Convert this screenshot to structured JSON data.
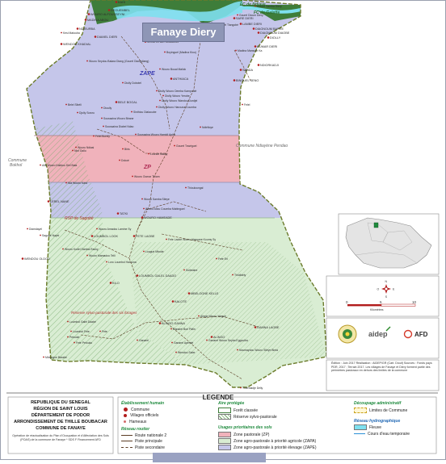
{
  "title": "Fanaye Diery",
  "top_labels": {
    "fc_ndiaye": "FC de Ndiaye",
    "fc_galette": "FC de Galette",
    "zape": "ZAPE",
    "zp": "ZP",
    "rsp_sagobe": "RSP de Sagobé",
    "reserve_sylvo": "Réserve sylvo-pastorale des six forages",
    "commune_bokhol": "Commune Bokhol",
    "commune_ndiayene": "Commune Ndiayène Pendao"
  },
  "villages": [
    "KAHI",
    "Gourel Samba Diery",
    "DEGUEMBEL",
    "SARE DIERI",
    "WOURO ALFOUSSEYNI",
    "LAMBE DIERI",
    "Gourel Dioum Diery",
    "MADINA ABOU",
    "Gourel Tiangobè",
    "Gourel Kane",
    "DIAGNOUM DIAOBE",
    "NDIEURBA",
    "Kesi Matouba",
    "DIAMEL DIERI",
    "DIOLLY",
    "WENDOU KHADIAL",
    "OUMAR DIERI",
    "DIAGNOUM BARRE",
    "Madina Mansour Ka",
    "WOURO ALI CAMARA",
    "Boyinguel (Madina Kiou)",
    "NDIORKADJI",
    "SANDA",
    "Wouro Seydou Balara Diang (Gourel Diangdiang)",
    "Wouro Boual Malick",
    "ANTHIACA",
    "BINGUEL SENO",
    "Diolly Dobotel",
    "Diolly Wouro Demba Kampoulé",
    "Diolly Wouro Yerobe",
    "Diolly Wouro Wandou Durdjel",
    "BELE BOGAL",
    "Belel Sibéli",
    "Diolly Wouro Harouna Coumba",
    "Dioully",
    "Felel",
    "Djolly Sowru",
    "Sinthiou Dialaoube",
    "Soussaina Wouro Birane",
    "Soussaina Diabel Ndao",
    "Ndiélloye",
    "Soussaina Wouro Hamidi Apha",
    "Felel Borely",
    "Gourel Towéguel",
    "Wouro Ndiasi",
    "Nini Gallo",
    "Biris",
    "Lounde Bakky",
    "Dokoé",
    "Alla Wouro Kalidou Diel Bala",
    "Wouro Oumar Thiam",
    "Nia Wouro Kara",
    "Thiouloungal",
    "LEREL NANE",
    "Wouro Samba Sileye",
    "Wouro Allou Coumba Mabinguel",
    "TATKI",
    "WOURO HAMEADE",
    "Diamdayel",
    "Wouro Amadou Lamine Sy",
    "Sagobé Nayel",
    "LOUMBOL LOOK",
    "FETE LAOBE",
    "Fete Laobe Wouro Alassane Koumy Sy",
    "Wouro Kodel Samba Racky",
    "Louguè Mbode",
    "WENDOU OLDOU",
    "Wouro Mamadou Telli",
    "Fete Eri",
    "Loro Loumbol Harouna",
    "Soibeabe",
    "LOUMBOL GALEL DAADO",
    "Thiolldely",
    "KILO",
    "MBELOGNE KELLE",
    "KALOTE",
    "Alinge Wouro Yarguè",
    "Loumbol Galel Daabé",
    "ALINGO GANNA",
    "Ganarel Bori Pâtin",
    "GAMNA LAOBE",
    "Loumbol Fete",
    "Fete",
    "ALINGO",
    "Ganarel Wouro Seyba Eggoulba",
    "Petoukè",
    "Ganarel",
    "Ganarel Apenkè",
    "Noumaydou Wouro Sileye Binta",
    "Fete Petouko",
    "Wendou Sabe",
    "Mbélogne Barabé",
    "Thiernaldjé Délly"
  ],
  "inset": {
    "compass_letters": [
      "N",
      "S",
      "E",
      "O"
    ],
    "scale_ticks": [
      "0",
      "5",
      "10"
    ],
    "scale_unit": "Kilomètres"
  },
  "logos": {
    "aidep": "aidep",
    "afd": "AFD"
  },
  "credits": "Édition : Juin 2017 Réalisation : AIDEP/GR (Cart. Diouf) Sources : Fonds pays PDR, 2017 ; Terrain 2017. Les villages de Fanaye et Diery forment partie des périmètres pastoraux en dehors des limites de la commune",
  "legend": {
    "title": "LEGENDE",
    "identification": [
      "REPUBLIQUE DU SENEGAL",
      "RÉGION DE SAINT LOUIS",
      "DÉPARTEMENT DE PODOR",
      "ARRONDISSEMENT DE THILLE BOUBACAR",
      "COMMUNE DE FANAYE"
    ],
    "identification_note": "Opération de réactualisation du Plan d'Occupation et d'Affectation des Sols (POAS) de la commune de Fanaye * SDS F Financement AFD",
    "settlement": {
      "heading": "Établissement humain",
      "items": [
        "Commune",
        "Villages officiels",
        "Hameaux"
      ]
    },
    "roads": {
      "heading": "Réseau routier",
      "items": [
        "Route nationale 2",
        "Piste principale",
        "Piste secondaire"
      ]
    },
    "protected": {
      "heading": "Aire protégée",
      "items": [
        "Forêt classée",
        "Réserve sylvo-pastorale"
      ]
    },
    "land_use": {
      "heading": "Usages prioritaires des sols",
      "items": [
        "Zone pastorale (ZP)",
        "Zone agro-pastorale à priorité agricole (ZAPA)",
        "Zone agro-pastorale à priorité élevage (ZAPE)"
      ]
    },
    "admin": {
      "heading": "Découpage administratif",
      "items": [
        "Limites de Commune"
      ]
    },
    "hydro": {
      "heading": "Réseau hydrographique",
      "items": [
        "Fleuve",
        "Cours d'eau temporaire"
      ]
    }
  },
  "colors": {
    "zape": "#c5c6ea",
    "zp": "#f0b2bb",
    "zapa": "#d9edd3",
    "forest": "#3e7d3a",
    "river": "#7ee0ef",
    "village": "#b21c1c",
    "road": "#5b3d24",
    "admin_border": "#6b7b2b"
  }
}
